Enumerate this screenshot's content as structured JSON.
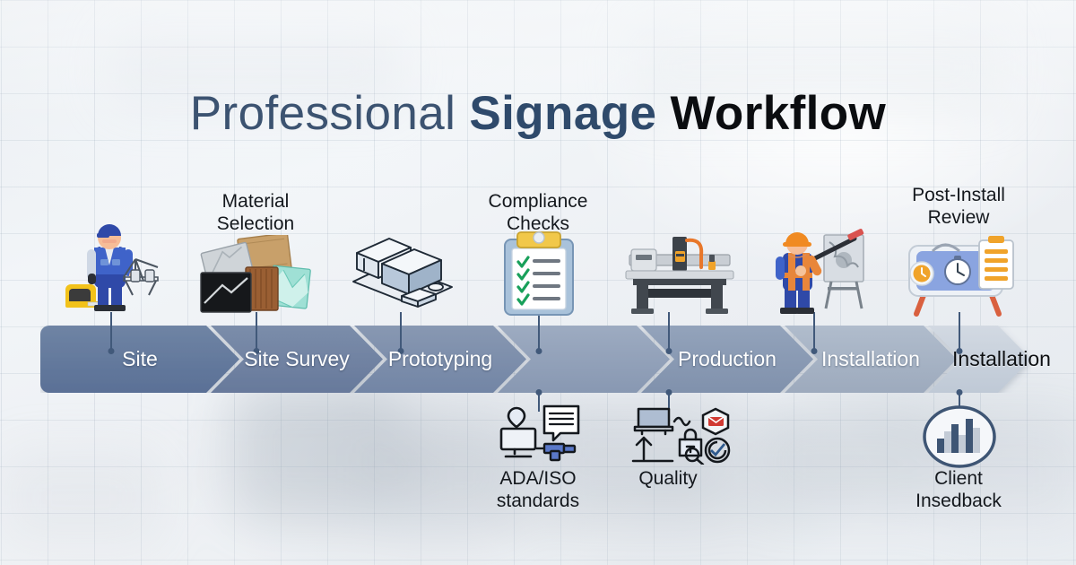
{
  "title": {
    "part1": "Professional ",
    "part2": "Signage ",
    "part3": "Workflow",
    "full": "Professional Signage Workflow"
  },
  "colors": {
    "title_light": "#3c5371",
    "title_mid": "#2f4a6b",
    "title_dark": "#0b0d10",
    "chevron_darkest": "#5f7597",
    "chevron_lightest": "#ccd4de",
    "connector": "#41597a",
    "background": "#eceff3",
    "accent_orange": "#f08a22",
    "accent_blue": "#3f6fc4"
  },
  "chevrons": [
    {
      "label": "Site",
      "fill_start": "#627a9c",
      "fill_end": "#5b7falt",
      "text_color": "#ffffff"
    },
    {
      "label": "Site Survey",
      "fill_start": "#6e83a4",
      "fill_end": "#6e83a4",
      "text_color": "#ffffff"
    },
    {
      "label": "Prototyping",
      "fill_start": "#7c90ae",
      "fill_end": "#7c90ae",
      "text_color": "#ffffff"
    },
    {
      "label": "",
      "fill_start": "#93a4bd",
      "fill_end": "#93a4bd",
      "text_color": "#ffffff"
    },
    {
      "label": "Production",
      "fill_start": "#8b9db7",
      "fill_end": "#8b9db7",
      "text_color": "#ffffff"
    },
    {
      "label": "Installation",
      "fill_start": "#a6b3c6",
      "fill_end": "#a6b3c6",
      "text_color": "#ffffff"
    },
    {
      "label": "Installation",
      "fill_start": "#c6cfdb",
      "fill_end": "#c6cfdb",
      "text_color": "#0d0f12"
    }
  ],
  "top_captions": [
    {
      "text": "Material\nSelection",
      "icon": "material-swatches-icon"
    },
    {
      "text": "Compliance\nChecks",
      "icon": "clipboard-checklist-icon"
    },
    {
      "text": "Post-Install\nReview",
      "icon": "review-panel-icon"
    }
  ],
  "bottom_captions": [
    {
      "text": "ADA/ISO\nstandards",
      "icon": "desktop-document-icon"
    },
    {
      "text": "Quality",
      "icon": "quality-tools-icon"
    },
    {
      "text": "Client\nInsedback",
      "icon": "bar-chart-circle-icon"
    }
  ],
  "icons": {
    "surveyor": "surveyor-worker-icon",
    "materials": "material-swatches-icon",
    "prototype": "isometric-blocks-icon",
    "clipboard": "clipboard-checklist-icon",
    "cnc": "cnc-router-machine-icon",
    "installer": "installer-worker-icon",
    "review": "review-panel-icon",
    "ada": "desktop-document-icon",
    "quality": "quality-tools-icon",
    "feedback": "bar-chart-circle-icon"
  }
}
